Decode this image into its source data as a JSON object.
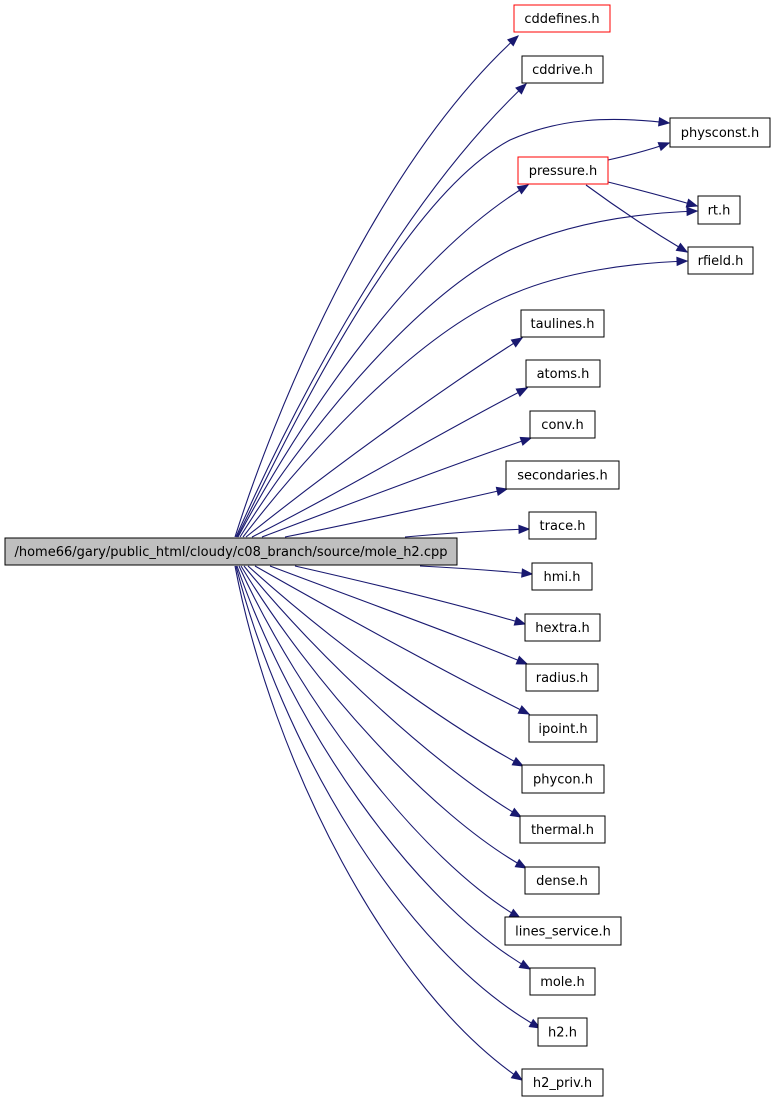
{
  "colors": {
    "edge": "#191970",
    "box_border": "#000000",
    "box_border_warning": "#ff0000",
    "root_fill": "#bfbfbf",
    "box_fill": "#ffffff"
  },
  "root": {
    "id": "mole_h2",
    "label": "/home66/gary/public_html/cloudy/c08_branch/source/mole_h2.cpp"
  },
  "nodes": [
    {
      "id": "cddefines",
      "label": "cddefines.h",
      "highlight": true
    },
    {
      "id": "cddrive",
      "label": "cddrive.h",
      "highlight": false
    },
    {
      "id": "physconst",
      "label": "physconst.h",
      "highlight": false
    },
    {
      "id": "pressure",
      "label": "pressure.h",
      "highlight": true
    },
    {
      "id": "rt",
      "label": "rt.h",
      "highlight": false
    },
    {
      "id": "rfield",
      "label": "rfield.h",
      "highlight": false
    },
    {
      "id": "taulines",
      "label": "taulines.h",
      "highlight": false
    },
    {
      "id": "atoms",
      "label": "atoms.h",
      "highlight": false
    },
    {
      "id": "conv",
      "label": "conv.h",
      "highlight": false
    },
    {
      "id": "secondaries",
      "label": "secondaries.h",
      "highlight": false
    },
    {
      "id": "trace",
      "label": "trace.h",
      "highlight": false
    },
    {
      "id": "hmi",
      "label": "hmi.h",
      "highlight": false
    },
    {
      "id": "hextra",
      "label": "hextra.h",
      "highlight": false
    },
    {
      "id": "radius",
      "label": "radius.h",
      "highlight": false
    },
    {
      "id": "ipoint",
      "label": "ipoint.h",
      "highlight": false
    },
    {
      "id": "phycon",
      "label": "phycon.h",
      "highlight": false
    },
    {
      "id": "thermal",
      "label": "thermal.h",
      "highlight": false
    },
    {
      "id": "dense",
      "label": "dense.h",
      "highlight": false
    },
    {
      "id": "lines_service",
      "label": "lines_service.h",
      "highlight": false
    },
    {
      "id": "mole",
      "label": "mole.h",
      "highlight": false
    },
    {
      "id": "h2",
      "label": "h2.h",
      "highlight": false
    },
    {
      "id": "h2_priv",
      "label": "h2_priv.h",
      "highlight": false
    }
  ],
  "edges": [
    {
      "from": "mole_h2",
      "to": "cddefines"
    },
    {
      "from": "mole_h2",
      "to": "cddrive"
    },
    {
      "from": "mole_h2",
      "to": "physconst"
    },
    {
      "from": "mole_h2",
      "to": "pressure"
    },
    {
      "from": "mole_h2",
      "to": "rt"
    },
    {
      "from": "mole_h2",
      "to": "rfield"
    },
    {
      "from": "mole_h2",
      "to": "taulines"
    },
    {
      "from": "mole_h2",
      "to": "atoms"
    },
    {
      "from": "mole_h2",
      "to": "conv"
    },
    {
      "from": "mole_h2",
      "to": "secondaries"
    },
    {
      "from": "mole_h2",
      "to": "trace"
    },
    {
      "from": "mole_h2",
      "to": "hmi"
    },
    {
      "from": "mole_h2",
      "to": "hextra"
    },
    {
      "from": "mole_h2",
      "to": "radius"
    },
    {
      "from": "mole_h2",
      "to": "ipoint"
    },
    {
      "from": "mole_h2",
      "to": "phycon"
    },
    {
      "from": "mole_h2",
      "to": "thermal"
    },
    {
      "from": "mole_h2",
      "to": "dense"
    },
    {
      "from": "mole_h2",
      "to": "lines_service"
    },
    {
      "from": "mole_h2",
      "to": "mole"
    },
    {
      "from": "mole_h2",
      "to": "h2"
    },
    {
      "from": "mole_h2",
      "to": "h2_priv"
    },
    {
      "from": "pressure",
      "to": "physconst"
    },
    {
      "from": "pressure",
      "to": "rt"
    },
    {
      "from": "pressure",
      "to": "rfield"
    }
  ]
}
